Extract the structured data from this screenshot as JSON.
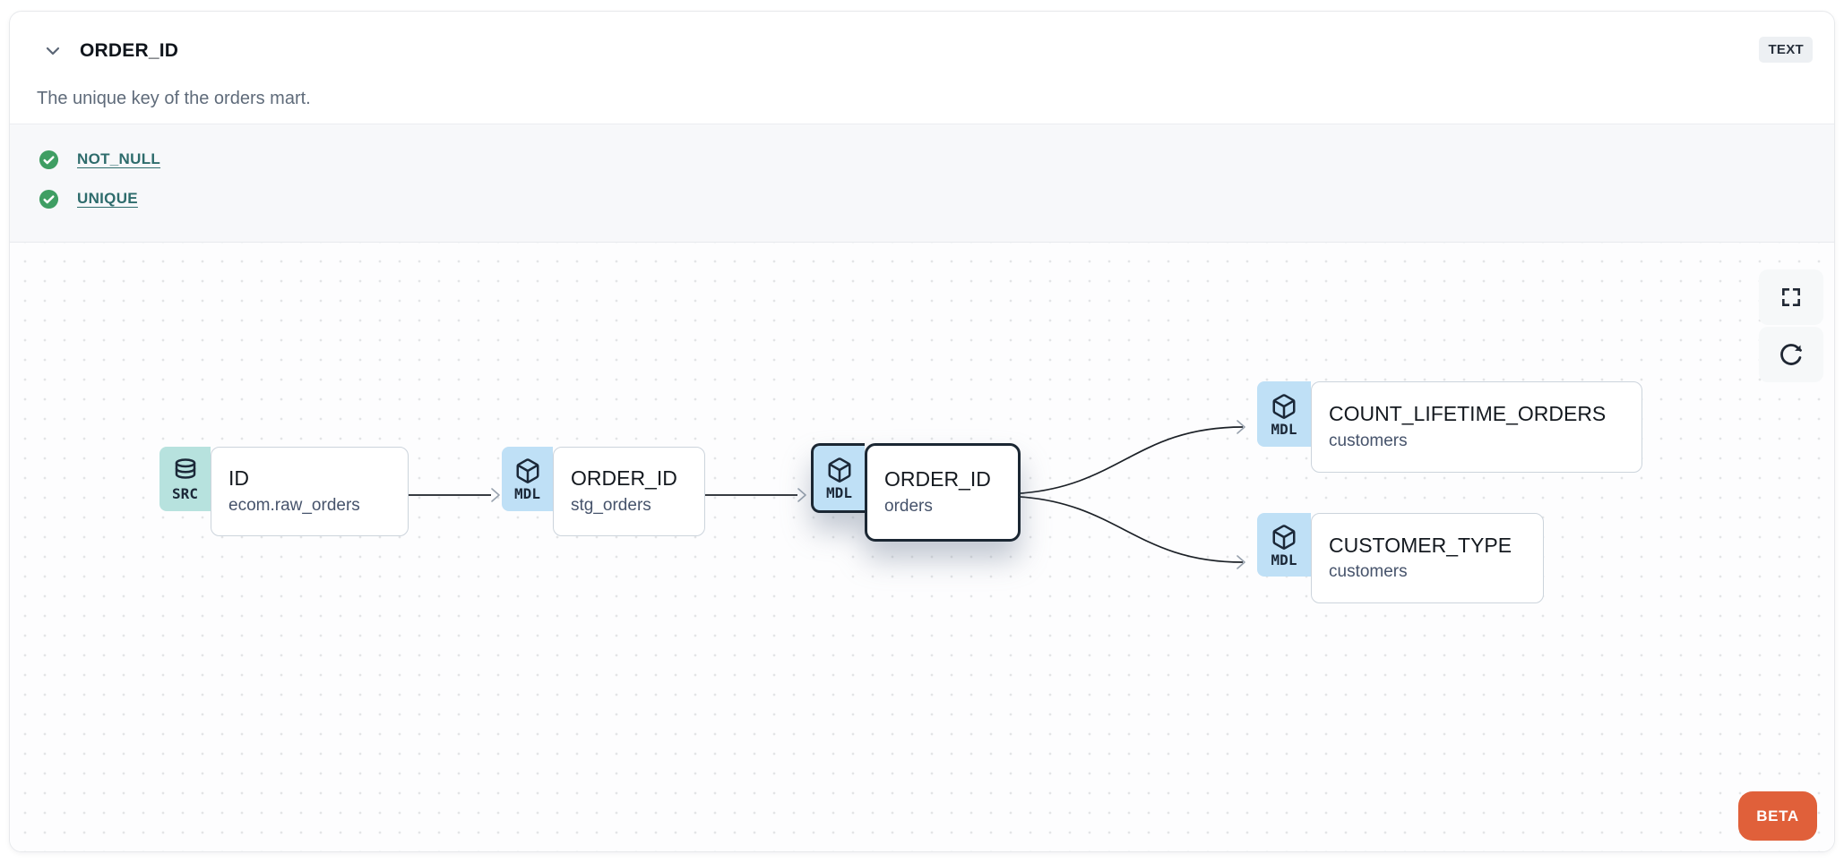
{
  "header": {
    "title": "ORDER_ID",
    "type_badge": "TEXT",
    "description": "The unique key of the orders mart."
  },
  "tests": {
    "items": [
      {
        "label": "NOT_NULL",
        "status": "passed",
        "icon": "check-circle-icon"
      },
      {
        "label": "UNIQUE",
        "status": "passed",
        "icon": "check-circle-icon"
      }
    ]
  },
  "lineage": {
    "nodes": [
      {
        "kind": "SRC",
        "icon": "database-icon",
        "title": "ID",
        "subtitle": "ecom.raw_orders",
        "selected": false
      },
      {
        "kind": "MDL",
        "icon": "cube-icon",
        "title": "ORDER_ID",
        "subtitle": "stg_orders",
        "selected": false
      },
      {
        "kind": "MDL",
        "icon": "cube-icon",
        "title": "ORDER_ID",
        "subtitle": "orders",
        "selected": true
      },
      {
        "kind": "MDL",
        "icon": "cube-icon",
        "title": "COUNT_LIFETIME_ORDERS",
        "subtitle": "customers",
        "selected": false
      },
      {
        "kind": "MDL",
        "icon": "cube-icon",
        "title": "CUSTOMER_TYPE",
        "subtitle": "customers",
        "selected": false
      }
    ],
    "edges": [
      {
        "from": "ID (ecom.raw_orders)",
        "to": "ORDER_ID (stg_orders)"
      },
      {
        "from": "ORDER_ID (stg_orders)",
        "to": "ORDER_ID (orders)"
      },
      {
        "from": "ORDER_ID (orders)",
        "to": "COUNT_LIFETIME_ORDERS (customers)"
      },
      {
        "from": "ORDER_ID (orders)",
        "to": "CUSTOMER_TYPE (customers)"
      }
    ],
    "beta_label": "BETA"
  },
  "colors": {
    "src_badge": "#b7e2de",
    "mdl_badge": "#bfe0f6",
    "selected_border": "#1b2733",
    "test_link": "#2e6c6c",
    "check_green": "#3f9e63",
    "beta_bg": "#e0603a",
    "type_badge_bg": "#edf0f3",
    "canvas_dot": "#e3e4e6",
    "edge_line": "#1c2127",
    "arrowhead": "#97a1ad"
  }
}
